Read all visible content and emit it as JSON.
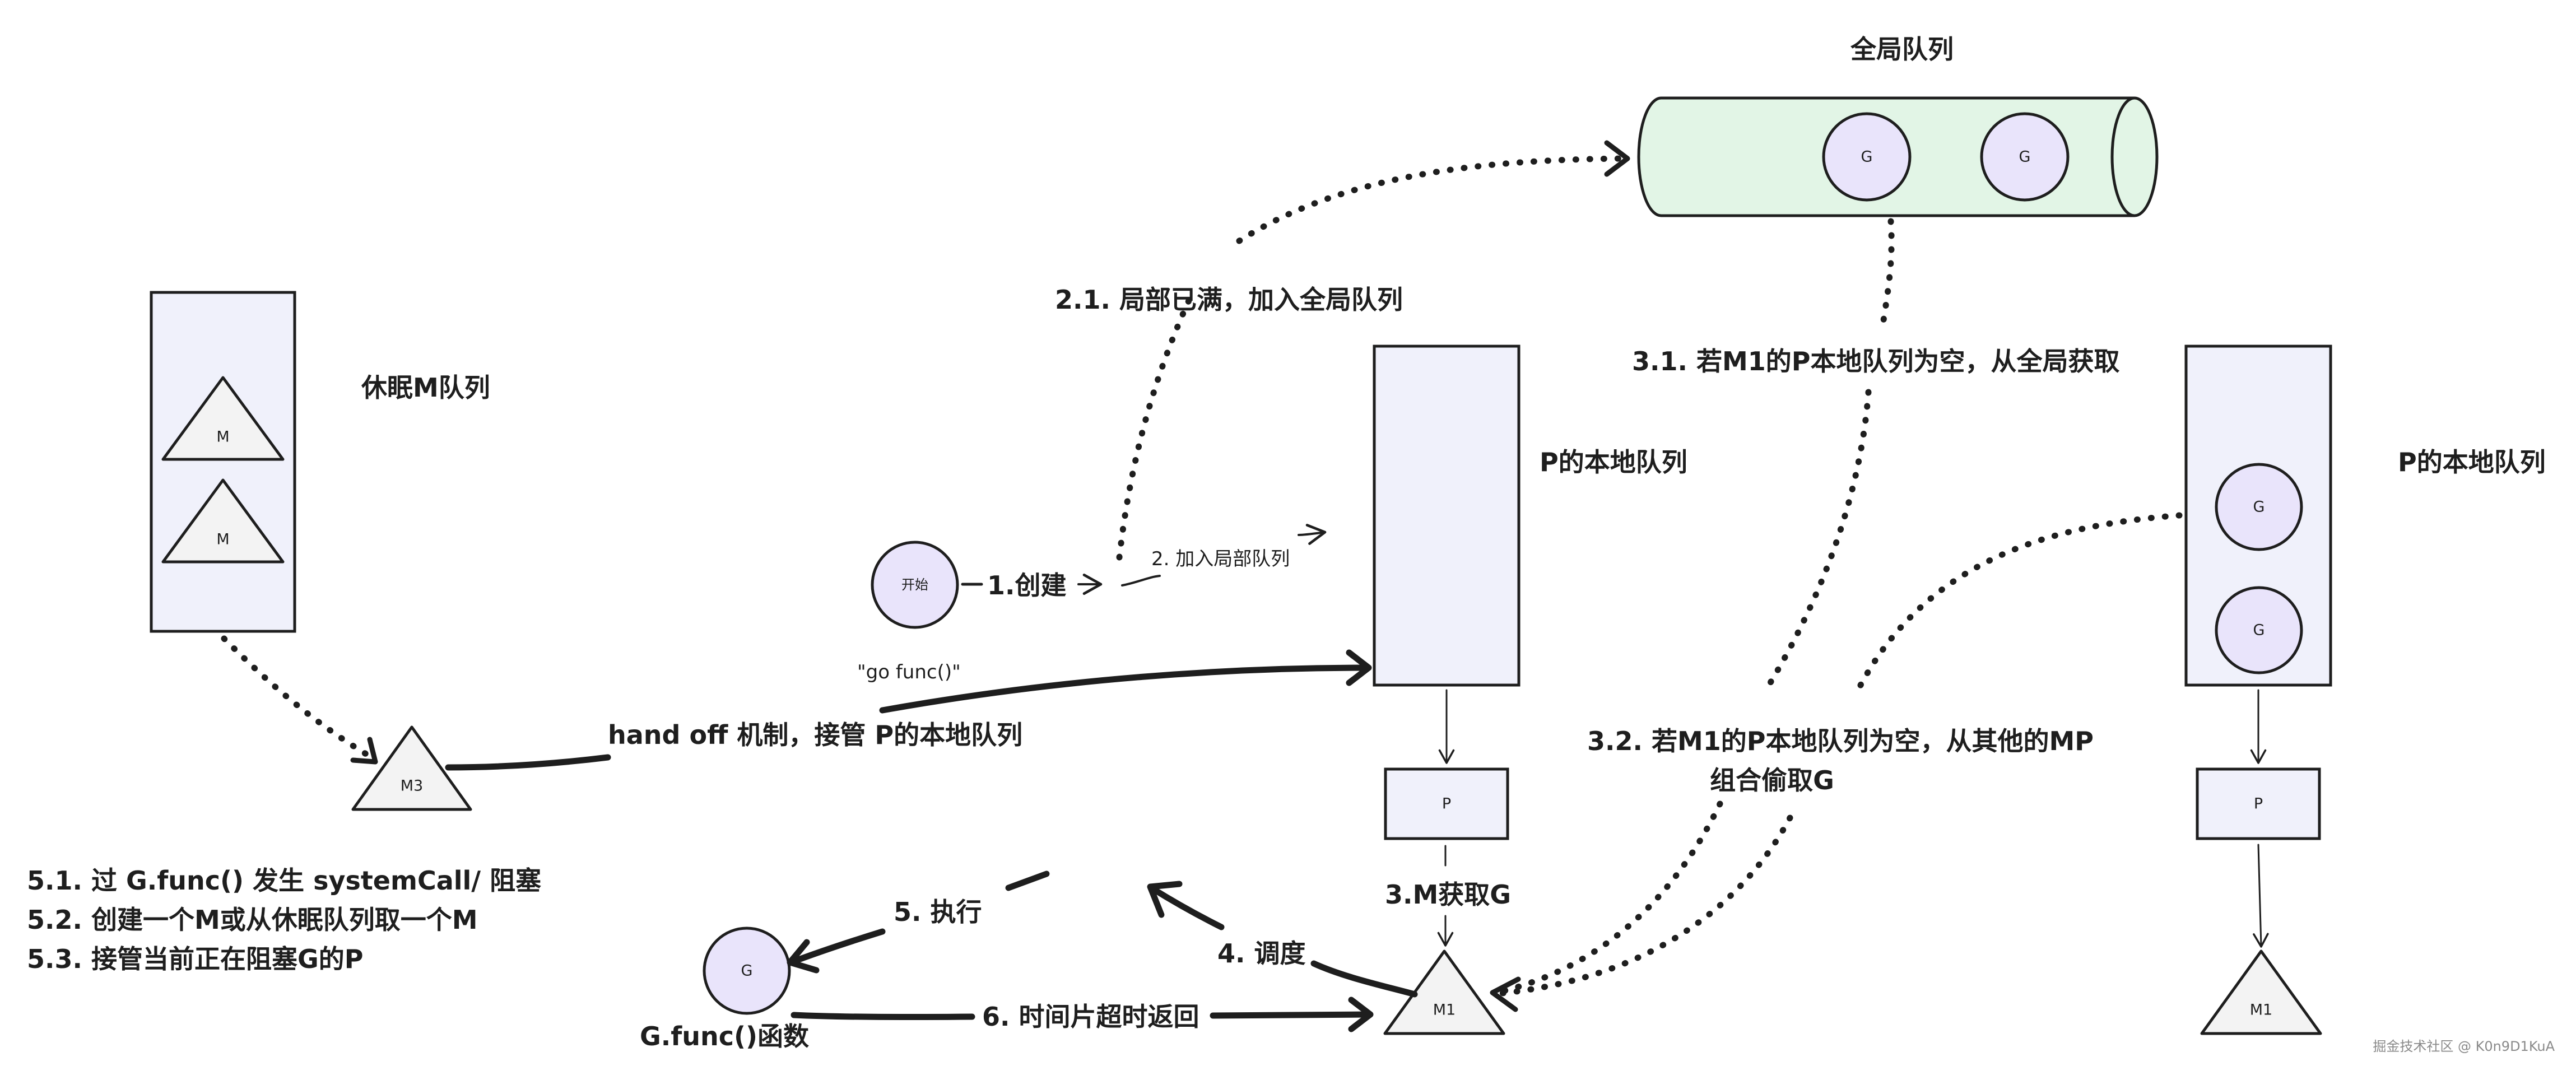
{
  "colors": {
    "stroke": "#1e1e1e",
    "queue_fill": "#f0f1fb",
    "global_queue_fill": "#e2f5e6",
    "g_node_fill": "#e9e4fb",
    "m_node_fill": "#f3f3f3",
    "p_node_fill": "#f0f1fb"
  },
  "global_queue": {
    "title": "全局队列",
    "items": [
      "G",
      "G"
    ]
  },
  "sleep_m_queue": {
    "title": "休眠M队列",
    "items": [
      "M",
      "M"
    ]
  },
  "left_p_queue": {
    "title": "P的本地队列",
    "processor": "P",
    "machine": "M1"
  },
  "right_p_queue": {
    "title": "P的本地队列",
    "items": [
      "G",
      "G"
    ],
    "processor": "P",
    "machine": "M1"
  },
  "start_node": {
    "label": "开始"
  },
  "m3_node": {
    "label": "M3"
  },
  "g_func_node": {
    "label": "G",
    "caption": "G.func()函数"
  },
  "edges": {
    "create": "1.创建",
    "add_local": "2. 加入局部队列",
    "local_full": "2.1. 局部已满，加入全局队列",
    "global_fetch": "3.1. 若M1的P本地队列为空，从全局获取",
    "steal_line1": "3.2. 若M1的P本地队列为空，从其他的MP",
    "steal_line2": "组合偷取G",
    "m_get_g": "3.M获取G",
    "schedule": "4. 调度",
    "execute": "5. 执行",
    "timeslice": "6. 时间片超时返回",
    "go_func": "\"go func()\"",
    "handoff": "hand off 机制，接管 P的本地队列"
  },
  "notes": [
    "5.1. 过 G.func() 发生 systemCall/ 阻塞",
    "5.2. 创建一个M或从休眠队列取一个M",
    "5.3. 接管当前正在阻塞G的P"
  ],
  "watermark": "掘金技术社区 @ K0n9D1KuA"
}
